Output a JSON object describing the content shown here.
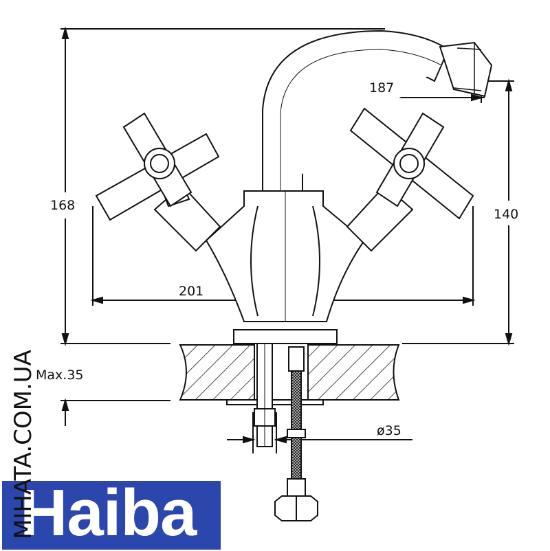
{
  "drawing": {
    "dimensions": {
      "overall_height": "168",
      "spout_reach": "187",
      "spout_height": "140",
      "overall_width": "201",
      "max_counter_thickness": "Max.35",
      "hole_diameter": "ø35"
    }
  },
  "logo": {
    "brand": "Haiba",
    "color": "#2b47ad"
  },
  "watermark": {
    "text": "MIHATA.COM.UA"
  }
}
